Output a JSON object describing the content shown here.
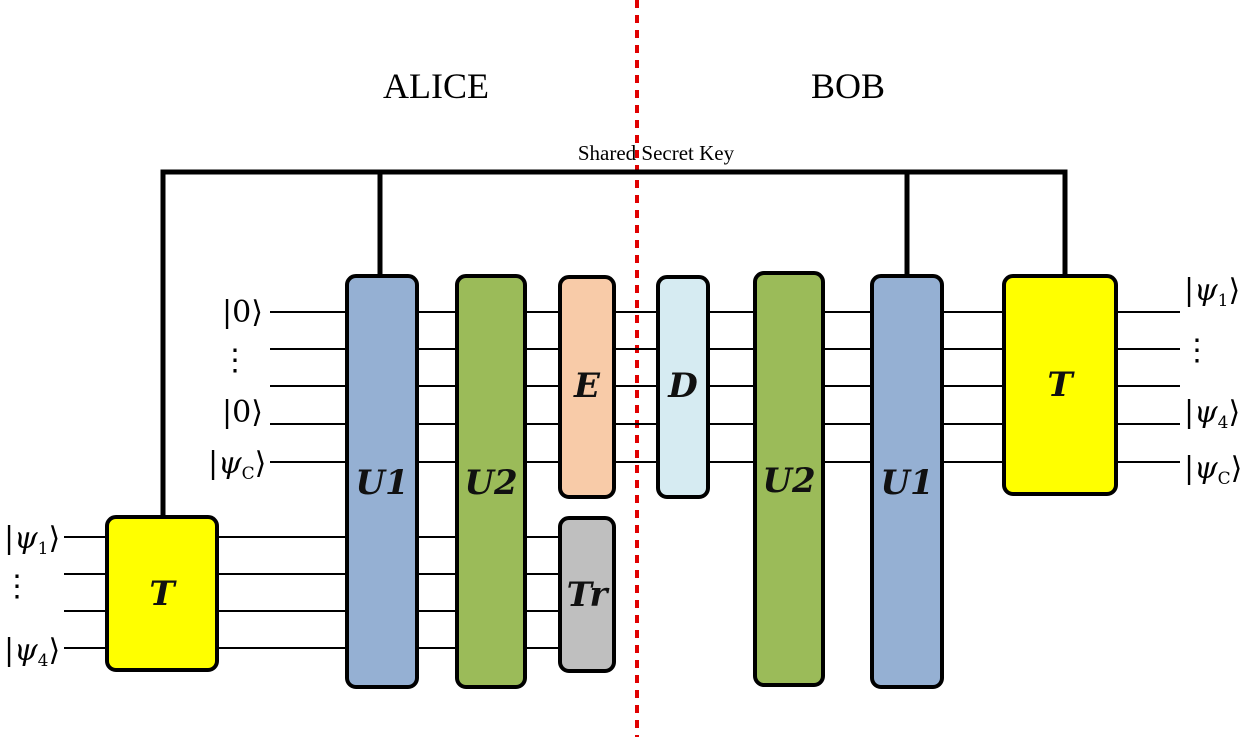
{
  "labels": {
    "alice": "ALICE",
    "bob": "BOB",
    "shared_key": "Shared Secret Key"
  },
  "gates": {
    "t_in": "T",
    "u1_alice": "U1",
    "u2_alice": "U2",
    "e": "E",
    "tr": "Tr",
    "d": "D",
    "u2_bob": "U2",
    "u1_bob": "U1",
    "t_out": "T"
  },
  "kets": {
    "ancilla_top": "0",
    "ancilla_bottom": "0",
    "psi": "ψ",
    "sub_c": "C",
    "sub_1": "1",
    "sub_4": "4",
    "vdots": "⋮"
  },
  "colors": {
    "t_gate": "#ffff00",
    "u1_gate": "#95b0d3",
    "u2_gate": "#9bbb59",
    "e_gate": "#f8cba8",
    "d_gate": "#d6ebf2",
    "tr_gate": "#bfbfbf",
    "divider": "#e00000"
  }
}
